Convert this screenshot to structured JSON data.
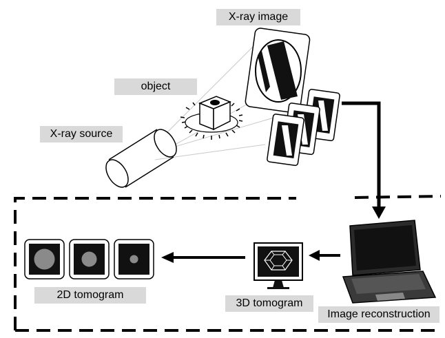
{
  "labels": {
    "xray_image": "X-ray image",
    "object": "object",
    "xray_source": "X-ray source",
    "tomogram_2d": "2D tomogram",
    "tomogram_3d": "3D tomogram",
    "image_reconstruction": "Image reconstruction"
  },
  "colors": {
    "label_bg": "#d9d9d9",
    "line": "#000000",
    "projection_lines": "#c8c8c8"
  },
  "icons": {
    "source": "xray-tube-icon",
    "object": "cube-object-icon",
    "detector": "projection-frame-icon",
    "computer": "laptop-icon",
    "monitor": "monitor-3d-icon",
    "slice": "tomogram-slice-icon"
  }
}
